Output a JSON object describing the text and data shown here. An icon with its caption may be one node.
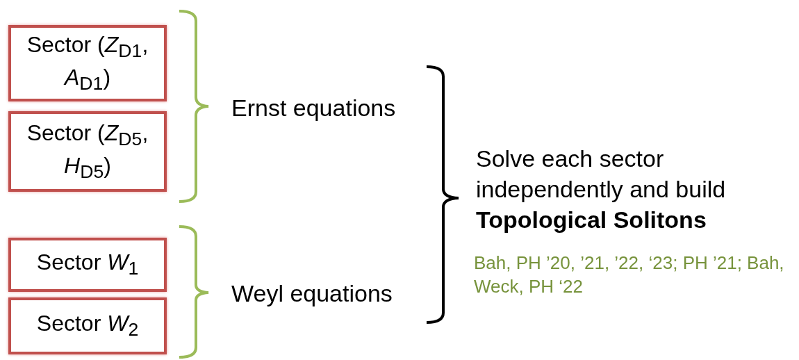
{
  "diagram": {
    "nodes": [
      {
        "text": [
          "Sector (*Z*$_{D1}$, *A*$_{D1}$)"
        ]
      },
      {
        "text": [
          "Sector (*Z*$_{D5}$, *H*$_{D5}$)"
        ]
      },
      {
        "text": [
          "Sector *W*$_{1}$"
        ]
      },
      {
        "text": [
          "Sector *W*$_{2}$"
        ]
      }
    ],
    "labels": [
      "Ernst equations",
      "Weyl equations",
      "Solve each sector independently and build **Topological Solitons**",
      "Bah, PH ’20, ’21, ’22, ‘23; PH ’21; Bah, Weck, PH ‘22"
    ]
  }
}
